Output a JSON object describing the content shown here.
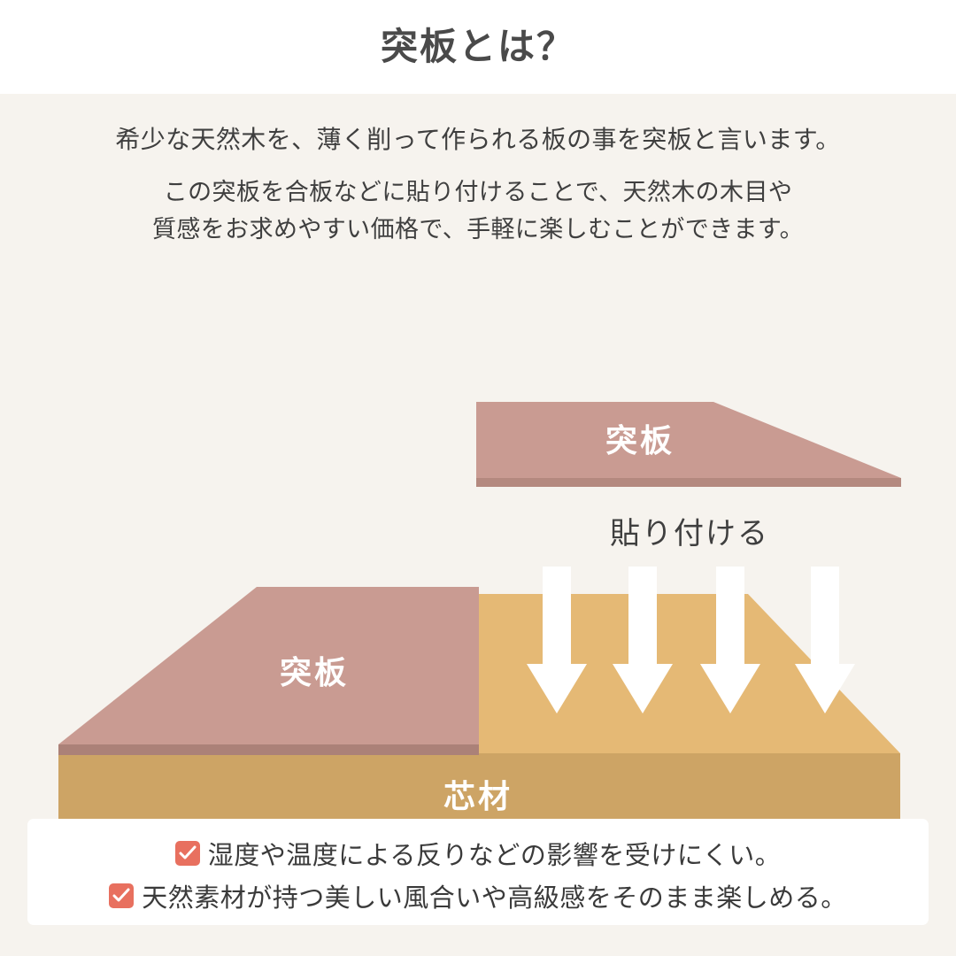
{
  "header": {
    "title": "突板とは？"
  },
  "intro": {
    "line1": "希少な天然木を、薄く削って作られる板の事を突板と言います。",
    "line2a": "この突板を合板などに貼り付けることで、天然木の木目や",
    "line2b": "質感をお求めやすい価格で、手軽に楽しむことができます。"
  },
  "diagram": {
    "veneer_slab_label": "突板",
    "paste_label": "貼り付ける",
    "block_veneer_label": "突板",
    "core_label": "芯材",
    "arrow_count": 4,
    "arrow_icon": "arrow-down-icon",
    "colors": {
      "veneer_top": "#c99b92",
      "veneer_edge": "#b4897f",
      "core_top": "#e5b975",
      "core_front": "#cda465",
      "arrow": "#ffffff",
      "page_background": "#f6f3ee",
      "header_background": "#ffffff"
    }
  },
  "features": {
    "items": [
      {
        "icon": "check-icon",
        "text": "湿度や温度による反りなどの影響を受けにくい。"
      },
      {
        "icon": "check-icon",
        "text": "天然素材が持つ美しい風合いや高級感をそのまま楽しめる。"
      }
    ],
    "accent_color": "#e8705f"
  }
}
